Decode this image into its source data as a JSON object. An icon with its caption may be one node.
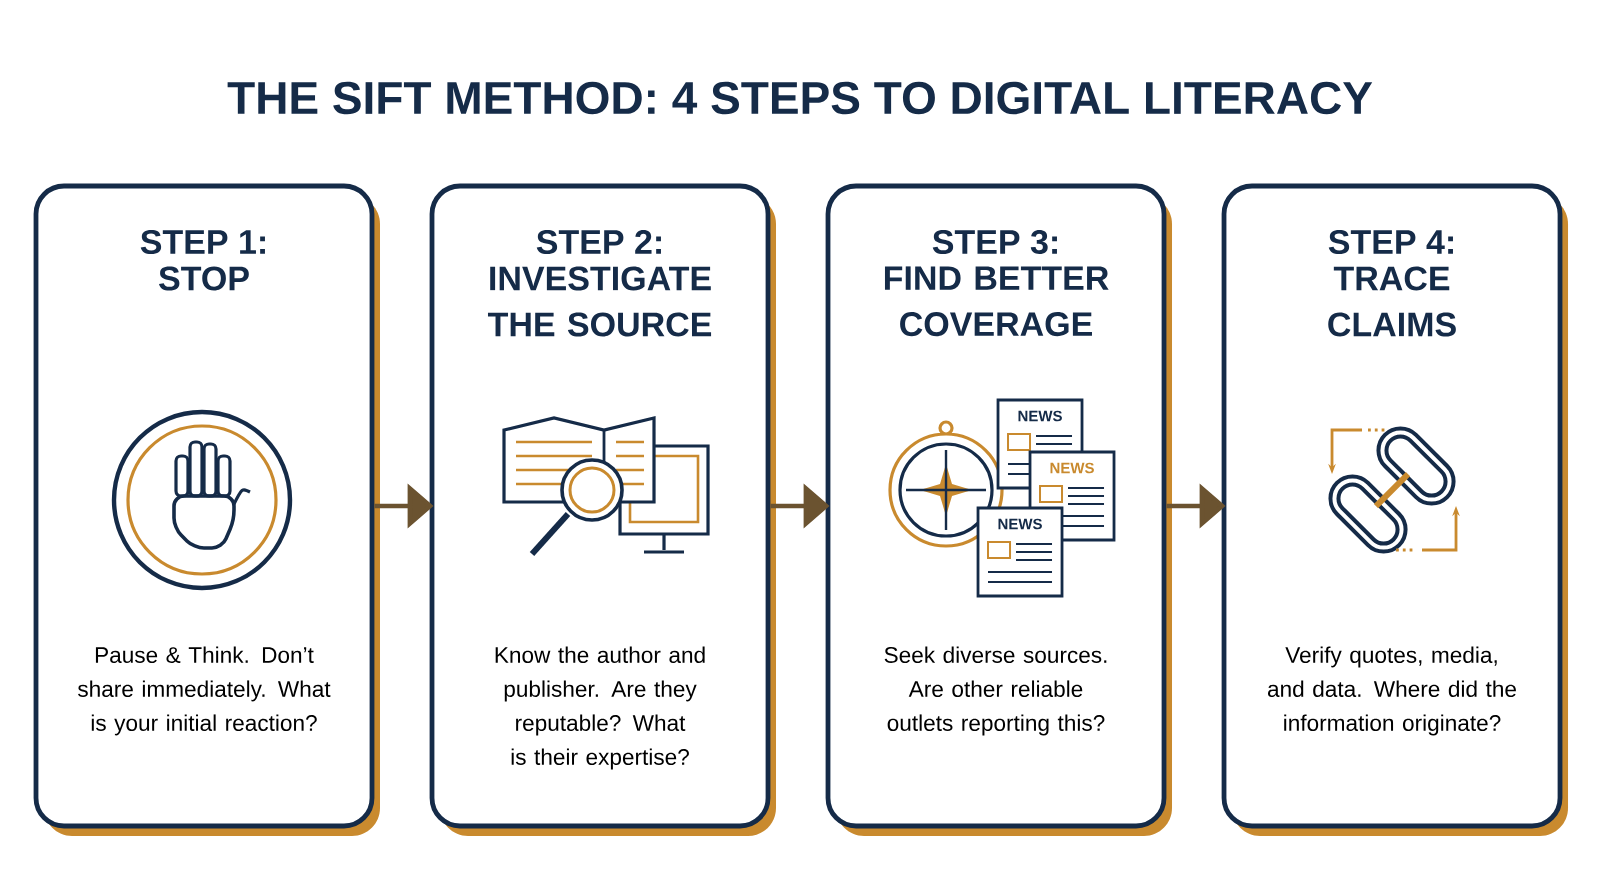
{
  "diagram": {
    "title": "THE SIFT METHOD: 4 STEPS TO DIGITAL LITERACY",
    "nodes": [
      {
        "text": [
          "STEP 1:",
          "STOP",
          "Pause & Think. Don’t share immediately. What is your initial reaction?"
        ]
      },
      {
        "text": [
          "STEP 2:",
          "INVESTIGATE THE SOURCE",
          "Know the author and publisher. Are they reputable? What is their expertise?"
        ]
      },
      {
        "text": [
          "STEP 3:",
          "FIND BETTER COVERAGE",
          "Seek diverse sources. Are other reliable outlets reporting this?"
        ]
      },
      {
        "text": [
          "STEP 4:",
          "TRACE CLAIMS",
          "Verify quotes, media, and data. Where did the information originate?"
        ]
      }
    ],
    "edges": [
      {
        "from": 0,
        "to": 1,
        "arrow": "to"
      },
      {
        "from": 1,
        "to": 2,
        "arrow": "to"
      },
      {
        "from": 2,
        "to": 3,
        "arrow": "to"
      }
    ],
    "labels": [
      "NEWS",
      "NEWS",
      "NEWS"
    ]
  }
}
